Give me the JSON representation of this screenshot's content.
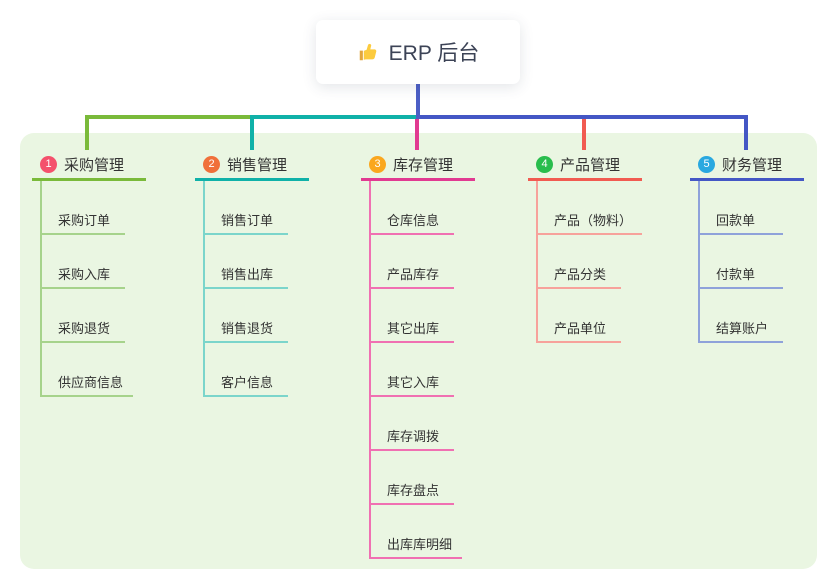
{
  "root": {
    "label": "ERP 后台",
    "icon": "thumbs-up"
  },
  "branches": [
    {
      "badge": "1",
      "title": "采购管理",
      "colors": {
        "badge": "#F4516C",
        "line": "#7ABA3A",
        "child_line": "#A6D38B"
      },
      "children": [
        "采购订单",
        "采购入库",
        "采购退货",
        "供应商信息"
      ]
    },
    {
      "badge": "2",
      "title": "销售管理",
      "colors": {
        "badge": "#F0703A",
        "line": "#10B1A8",
        "child_line": "#7BD5CB"
      },
      "children": [
        "销售订单",
        "销售出库",
        "销售退货",
        "客户信息"
      ]
    },
    {
      "badge": "3",
      "title": "库存管理",
      "colors": {
        "badge": "#FAA71E",
        "line": "#E13A91",
        "child_line": "#F070B2"
      },
      "children": [
        "仓库信息",
        "产品库存",
        "其它出库",
        "其它入库",
        "库存调拨",
        "库存盘点",
        "出库库明细"
      ]
    },
    {
      "badge": "4",
      "title": "产品管理",
      "colors": {
        "badge": "#29BD4D",
        "line": "#F15B51",
        "child_line": "#F7A29B"
      },
      "children": [
        "产品（物料）",
        "产品分类",
        "产品单位"
      ]
    },
    {
      "badge": "5",
      "title": "财务管理",
      "colors": {
        "badge": "#29A8E0",
        "line": "#4457C5",
        "child_line": "#8FA2DA"
      },
      "children": [
        "回款单",
        "付款单",
        "结算账户"
      ]
    }
  ],
  "colors": {
    "canvas_bg": "#FFFFFF",
    "panel_bg": "#EAF6E2",
    "root_line": "#4C5FC6",
    "text": "#333333",
    "root_text": "#3C4356"
  }
}
